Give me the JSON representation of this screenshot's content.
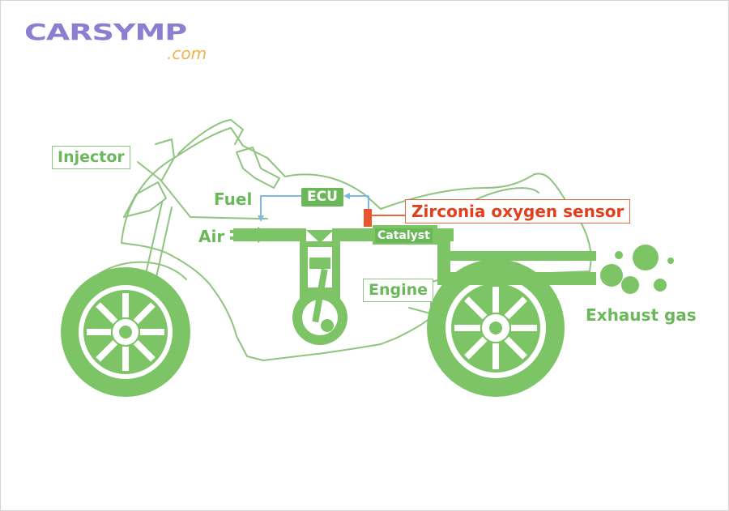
{
  "logo": {
    "main": "CARSYMP",
    "sub": ".com"
  },
  "labels": {
    "injector": "Injector",
    "fuel": "Fuel",
    "ecu": "ECU",
    "sensor": "Zirconia oxygen sensor",
    "air": "Air",
    "catalyst": "Catalyst",
    "engine": "Engine",
    "exhaust": "Exhaust gas"
  },
  "colors": {
    "green": "#6ab85a",
    "light_green": "#8fc47f",
    "sensor_red": "#e0401c",
    "logo_purple": "#8a7fd0",
    "logo_orange": "#f0b24a",
    "arrow_blue": "#7fb8e0"
  }
}
